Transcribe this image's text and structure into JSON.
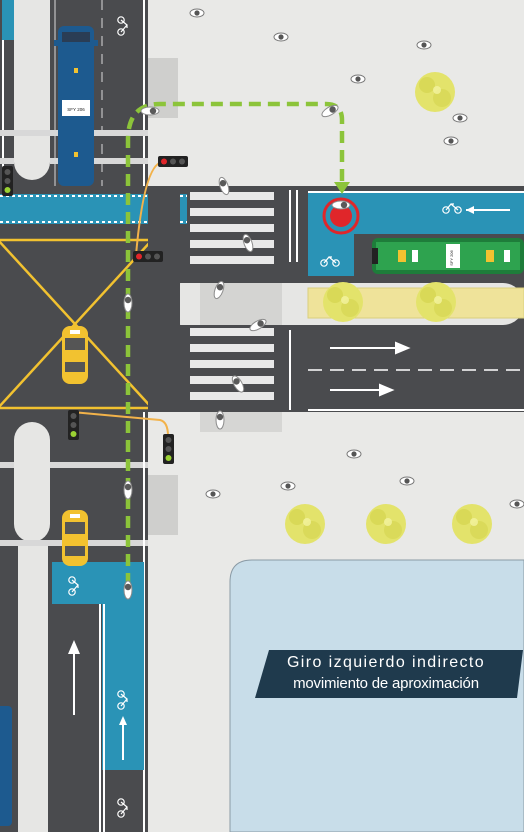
{
  "caption": {
    "line1": "Giro izquierdo indirecto",
    "line2": "movimiento de aproximación"
  },
  "bus_plate": "SFY 206",
  "tram_plate": "SFY 206",
  "colors": {
    "asphalt": "#4a4b4e",
    "sidewalk": "#e9e9e7",
    "bike_lane": "#2a93b6",
    "curb": "#c9c9c9",
    "path_green": "#8cc43a",
    "signal_line": "#f2b24a",
    "taxi": "#f2c230",
    "tree": "#e3e36b",
    "building": "#c8dde9",
    "signal_red": "#e0262a",
    "caption_bg": "#1f3a4d"
  },
  "icons": [
    "cyclist-icon",
    "pedestrian-icon",
    "bicycle-lane-marking-icon",
    "arrow-icon",
    "traffic-light-icon",
    "stop-marker-icon",
    "tree-icon",
    "taxi-icon",
    "bus-icon",
    "tram-icon"
  ]
}
